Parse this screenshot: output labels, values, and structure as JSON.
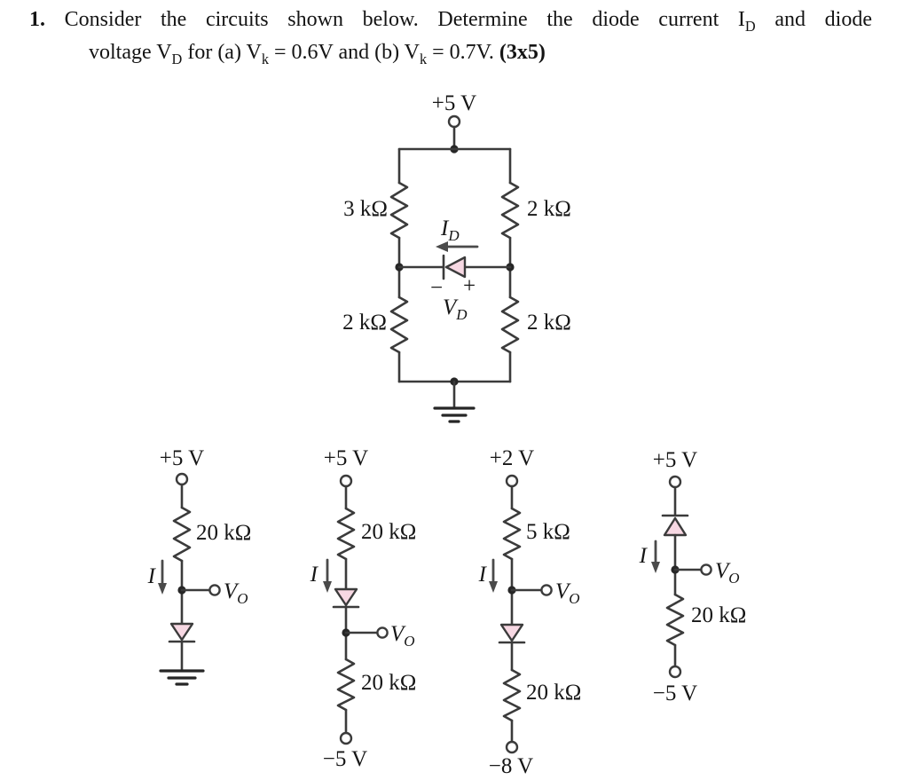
{
  "colors": {
    "background": "#ffffff",
    "line": "#3b3b3b",
    "text": "#161616",
    "diode_fill": "#f7d8e3"
  },
  "problem": {
    "number": "1.",
    "p1": "Consider the circuits shown below. Determine the diode current I",
    "p1sub": "D",
    "p2": " and diode",
    "p3": "voltage V",
    "p3sub": "D",
    "p4": " for (a) V",
    "p4sub": "k",
    "p5": " = 0.6V and (b) V",
    "p5sub": "k",
    "p6": " = 0.7V. ",
    "p7": "(3x5)"
  },
  "main": {
    "supply": "+5 V",
    "r_top_left": "3 kΩ",
    "r_top_right": "2 kΩ",
    "r_bottom_left": "2 kΩ",
    "r_bottom_right": "2 kΩ",
    "id_base": "I",
    "id_sub": "D",
    "vd_base": "V",
    "vd_sub": "D",
    "minus": "−",
    "plus": "+"
  },
  "c1": {
    "supply": "+5 V",
    "r1": "20 kΩ",
    "i": "I",
    "vo_base": "V",
    "vo_sub": "O"
  },
  "c2": {
    "supply": "+5 V",
    "r1": "20 kΩ",
    "r2": "20 kΩ",
    "i": "I",
    "vo_base": "V",
    "vo_sub": "O",
    "bottom": "−5 V"
  },
  "c3": {
    "supply": "+2 V",
    "r1": "5 kΩ",
    "r2": "20 kΩ",
    "i": "I",
    "vo_base": "V",
    "vo_sub": "O",
    "bottom": "−8 V"
  },
  "c4": {
    "supply": "+5 V",
    "r1": "20 kΩ",
    "i": "I",
    "vo_base": "V",
    "vo_sub": "O",
    "bottom": "−5 V"
  }
}
